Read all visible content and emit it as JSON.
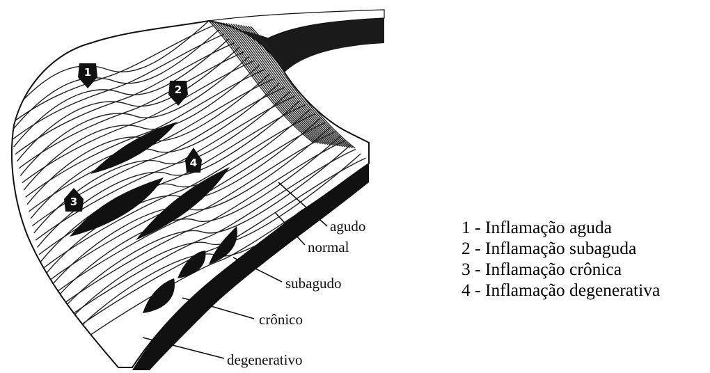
{
  "diagram": {
    "markers": [
      "1",
      "2",
      "3",
      "4"
    ],
    "labels": {
      "agudo": "agudo",
      "normal": "normal",
      "subagudo": "subagudo",
      "cronico": "crônico",
      "degenerativo": "degenerativo"
    }
  },
  "legend": {
    "items": [
      "1 - Inflamação aguda",
      "2 - Inflamação subaguda",
      "3 - Inflamação crônica",
      "4 - Inflamação degenerativa"
    ]
  }
}
